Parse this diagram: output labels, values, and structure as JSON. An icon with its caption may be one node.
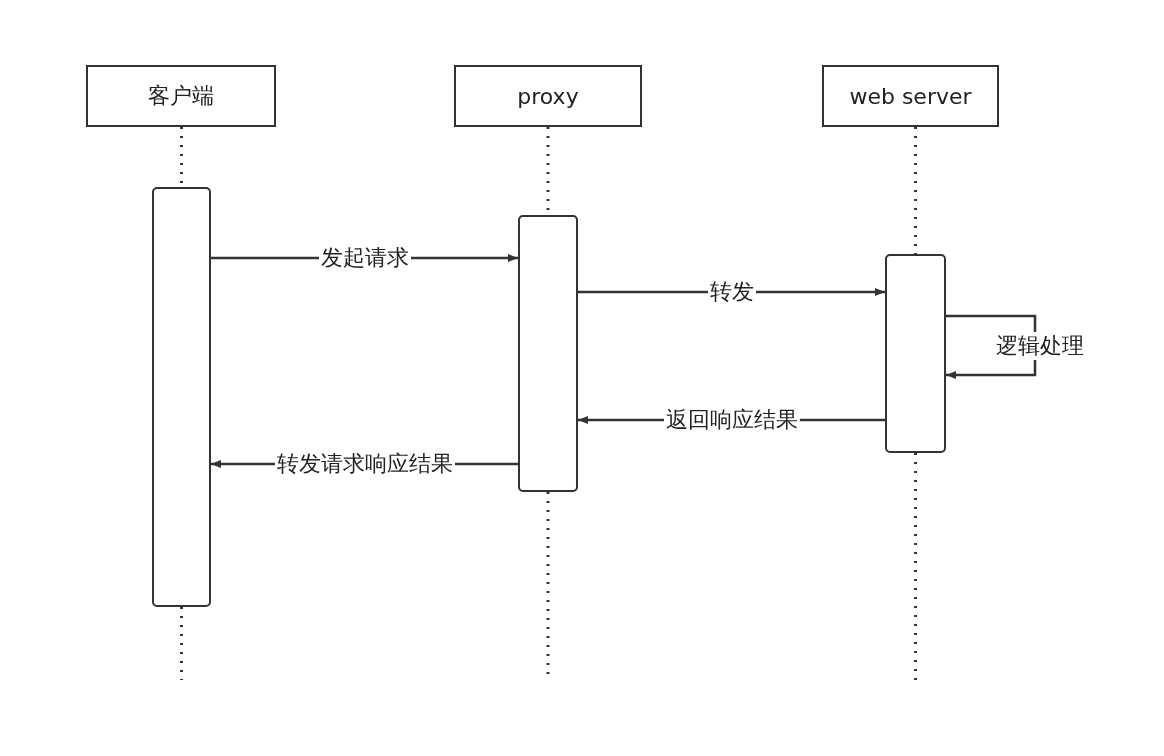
{
  "diagram": {
    "nodes": [
      {
        "text": [
          "客户端"
        ]
      },
      {
        "text": [
          "proxy"
        ]
      },
      {
        "text": [
          "web server"
        ]
      },
      {
        "text": [],
        "shape": "bar"
      },
      {
        "text": [],
        "shape": "bar"
      },
      {
        "text": [],
        "shape": "bar"
      }
    ],
    "edges": [
      {
        "from": 0,
        "to": 3,
        "arrow": "none",
        "style": "dashed"
      },
      {
        "from": 1,
        "to": 4,
        "arrow": "none",
        "style": "dashed"
      },
      {
        "from": 2,
        "to": 5,
        "arrow": "none",
        "style": "dashed"
      },
      {
        "from": 3,
        "to": 4,
        "arrow": "to",
        "label": "发起请求"
      },
      {
        "from": 4,
        "to": 5,
        "arrow": "to",
        "label": "转发"
      },
      {
        "from": 5,
        "to": 5,
        "arrow": "to",
        "label": "逻辑处理"
      },
      {
        "from": 5,
        "to": 4,
        "arrow": "to",
        "label": "返回响应结果"
      },
      {
        "from": 4,
        "to": 3,
        "arrow": "to",
        "label": "转发请求响应结果"
      }
    ]
  }
}
